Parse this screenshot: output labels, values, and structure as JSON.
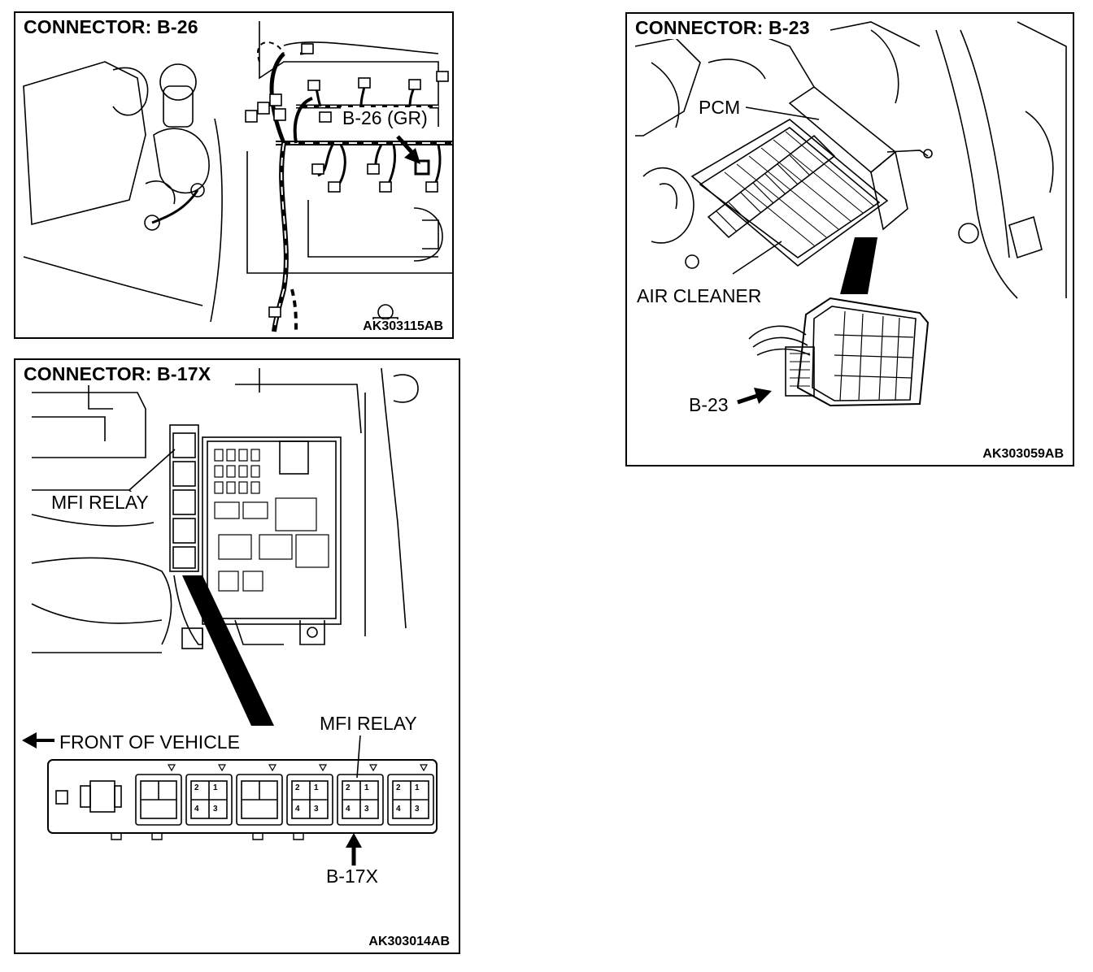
{
  "panels": {
    "b26": {
      "title": "CONNECTOR: B-26",
      "code": "AK303115AB",
      "labels": {
        "connector": "B-26 (GR)"
      }
    },
    "b17x": {
      "title": "CONNECTOR: B-17X",
      "code": "AK303014AB",
      "labels": {
        "mfi_relay_top": "MFI RELAY",
        "front_of_vehicle": "FRONT OF VEHICLE",
        "mfi_relay_detail": "MFI RELAY",
        "connector": "B-17X"
      },
      "relay_pins": [
        "2",
        "1",
        "4",
        "3"
      ]
    },
    "b23": {
      "title": "CONNECTOR: B-23",
      "code": "AK303059AB",
      "labels": {
        "pcm": "PCM",
        "air_cleaner": "AIR CLEANER",
        "connector": "B-23"
      }
    }
  },
  "colors": {
    "line": "#000000",
    "background": "#ffffff"
  },
  "icons": [
    "arrow-right-icon",
    "arrow-left-icon",
    "arrow-up-icon"
  ]
}
